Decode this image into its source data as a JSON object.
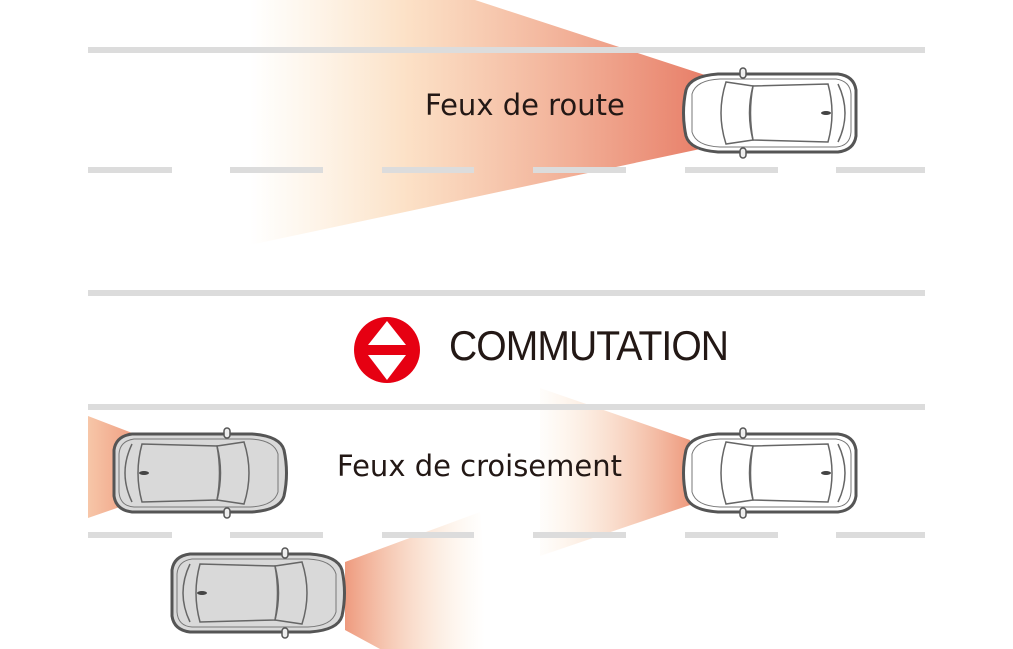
{
  "labels": {
    "high_beam": "Feux de route",
    "switch": "COMMUTATION",
    "low_beam": "Feux de croisement"
  },
  "icons": {
    "switch": "up-down-arrows-icon"
  },
  "colors": {
    "beam": "#e8806a",
    "switch_icon": "#e60012",
    "lane": "#dcdcdc",
    "own_car": "#ffffff",
    "other_car": "#d9d9d9",
    "car_outline": "#555555"
  }
}
